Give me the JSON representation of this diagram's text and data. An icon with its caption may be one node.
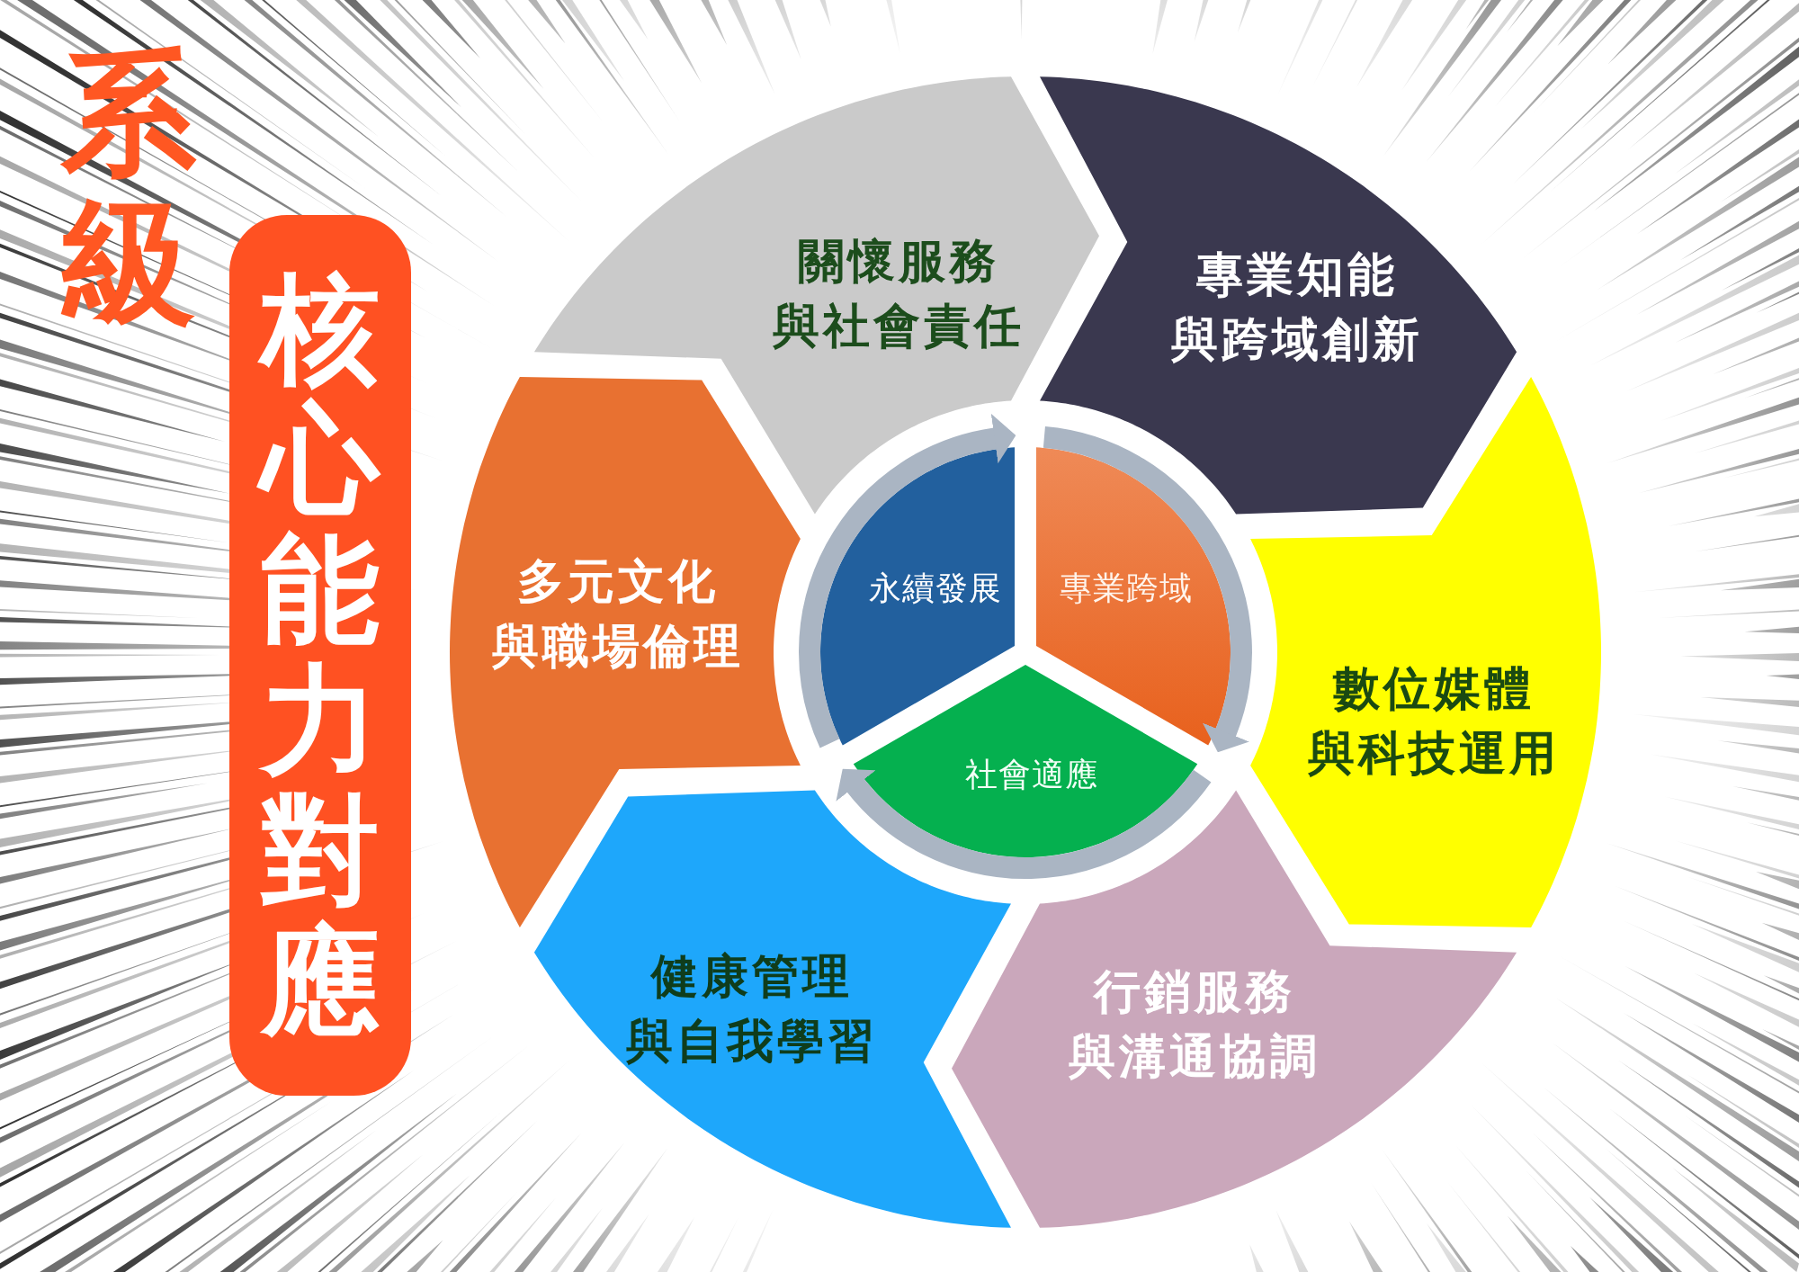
{
  "diagram": {
    "title": "系級",
    "nodes": [
      {
        "text": [
          "核心能力對應"
        ]
      },
      {
        "text": [
          "關懷服務與社會責任"
        ]
      },
      {
        "text": [
          "專業知能與跨域創新"
        ]
      },
      {
        "text": [
          "數位媒體與科技運用"
        ]
      },
      {
        "text": [
          "行銷服務與溝通協調"
        ]
      },
      {
        "text": [
          "健康管理與自我學習"
        ]
      },
      {
        "text": [
          "多元文化與職場倫理"
        ]
      },
      {
        "text": [
          "永續發展"
        ]
      },
      {
        "text": [
          "專業跨域"
        ]
      },
      {
        "text": [
          "社會適應"
        ]
      }
    ],
    "edges": [
      {
        "from": 7,
        "to": 8,
        "arrow": "to"
      },
      {
        "from": 8,
        "to": 9,
        "arrow": "to"
      },
      {
        "from": 9,
        "to": 7,
        "arrow": "to"
      }
    ]
  }
}
